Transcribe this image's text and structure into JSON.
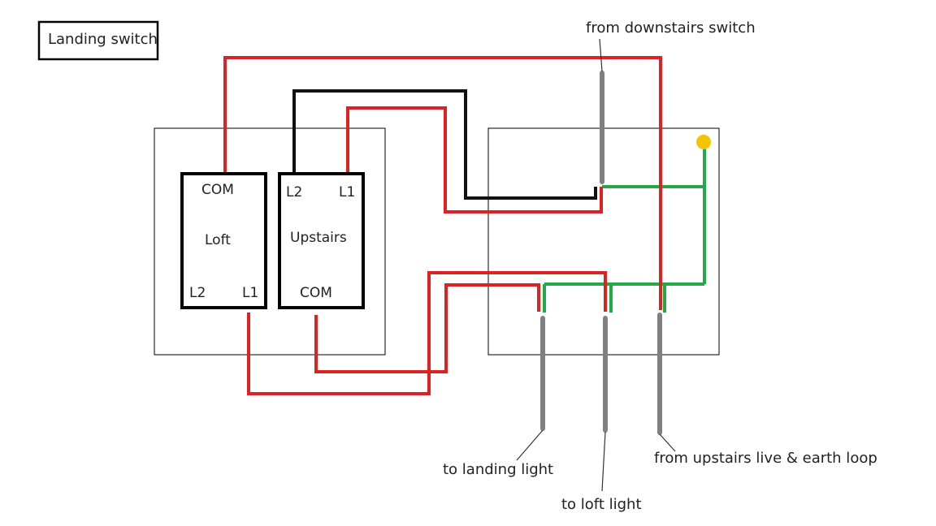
{
  "title": "Landing switch",
  "switch_labels": {
    "loft": {
      "name": "Loft",
      "com": "COM",
      "l1": "L1",
      "l2": "L2"
    },
    "upstairs": {
      "name": "Upstairs",
      "com": "COM",
      "l1": "L1",
      "l2": "L2"
    }
  },
  "cable_labels": {
    "downstairs": "from downstairs switch",
    "landing_light": "to landing light",
    "loft_light": "to loft light",
    "upstairs_loop": "from upstairs live & earth loop"
  },
  "colors": {
    "live": "#dd2222",
    "neutral": "#111111",
    "earth": "#22aa44",
    "sheath": "#808080",
    "earth_terminal": "#f5c400",
    "outline": "#000000"
  }
}
